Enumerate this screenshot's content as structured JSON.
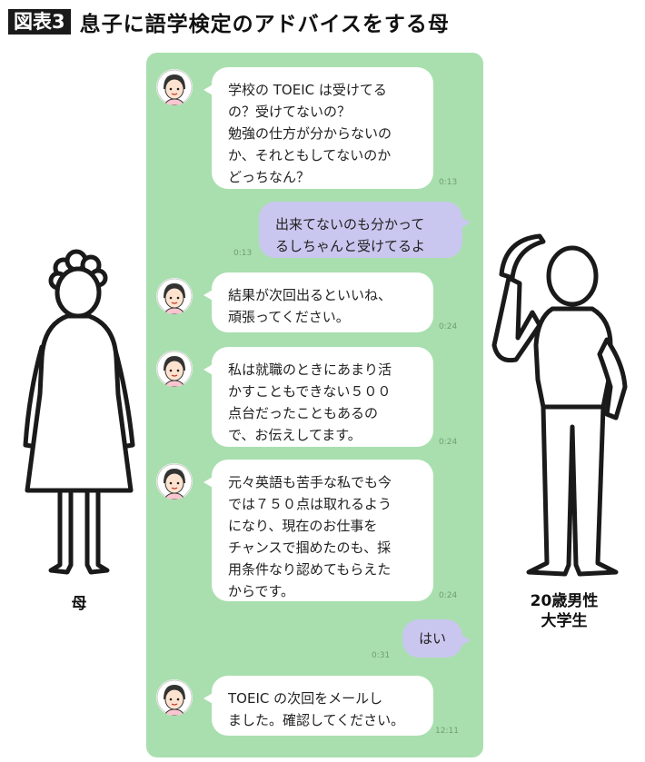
{
  "header": {
    "badge": "図表3",
    "title": "息子に語学検定のアドバイスをする母"
  },
  "figures": {
    "mother_label": "母",
    "son_label": "20歳男性\n大学生"
  },
  "chat": {
    "background_color": "#a9dfae",
    "incoming_color": "#ffffff",
    "outgoing_color": "#c9c7ef",
    "messages": [
      {
        "sender": "mother",
        "text": "学校の TOEIC は受けてる\nの？受けてないの？\n勉強の仕方が分からないの\nか、それともしてないのか\nどっちなん？",
        "time": "0:13"
      },
      {
        "sender": "son",
        "text": "出来てないのも分かって\nるしちゃんと受けてるよ",
        "time": "0:13"
      },
      {
        "sender": "mother",
        "text": "結果が次回出るといいね、\n頑張ってください。",
        "time": "0:24"
      },
      {
        "sender": "mother",
        "text": "私は就職のときにあまり活\nかすこともできない５００\n点台だったこともあるの\nで、お伝えしてます。",
        "time": "0:24"
      },
      {
        "sender": "mother",
        "text": "元々英語も苦手な私でも今\nでは７５０点は取れるよう\nになり、現在のお仕事を\nチャンスで掴めたのも、採\n用条件なり認めてもらえた\nからです。",
        "time": "0:24"
      },
      {
        "sender": "son",
        "text": "はい",
        "time": "0:31"
      },
      {
        "sender": "mother",
        "text": "TOEIC の次回をメールし\nました。確認してください。",
        "time": "12:11"
      }
    ]
  }
}
